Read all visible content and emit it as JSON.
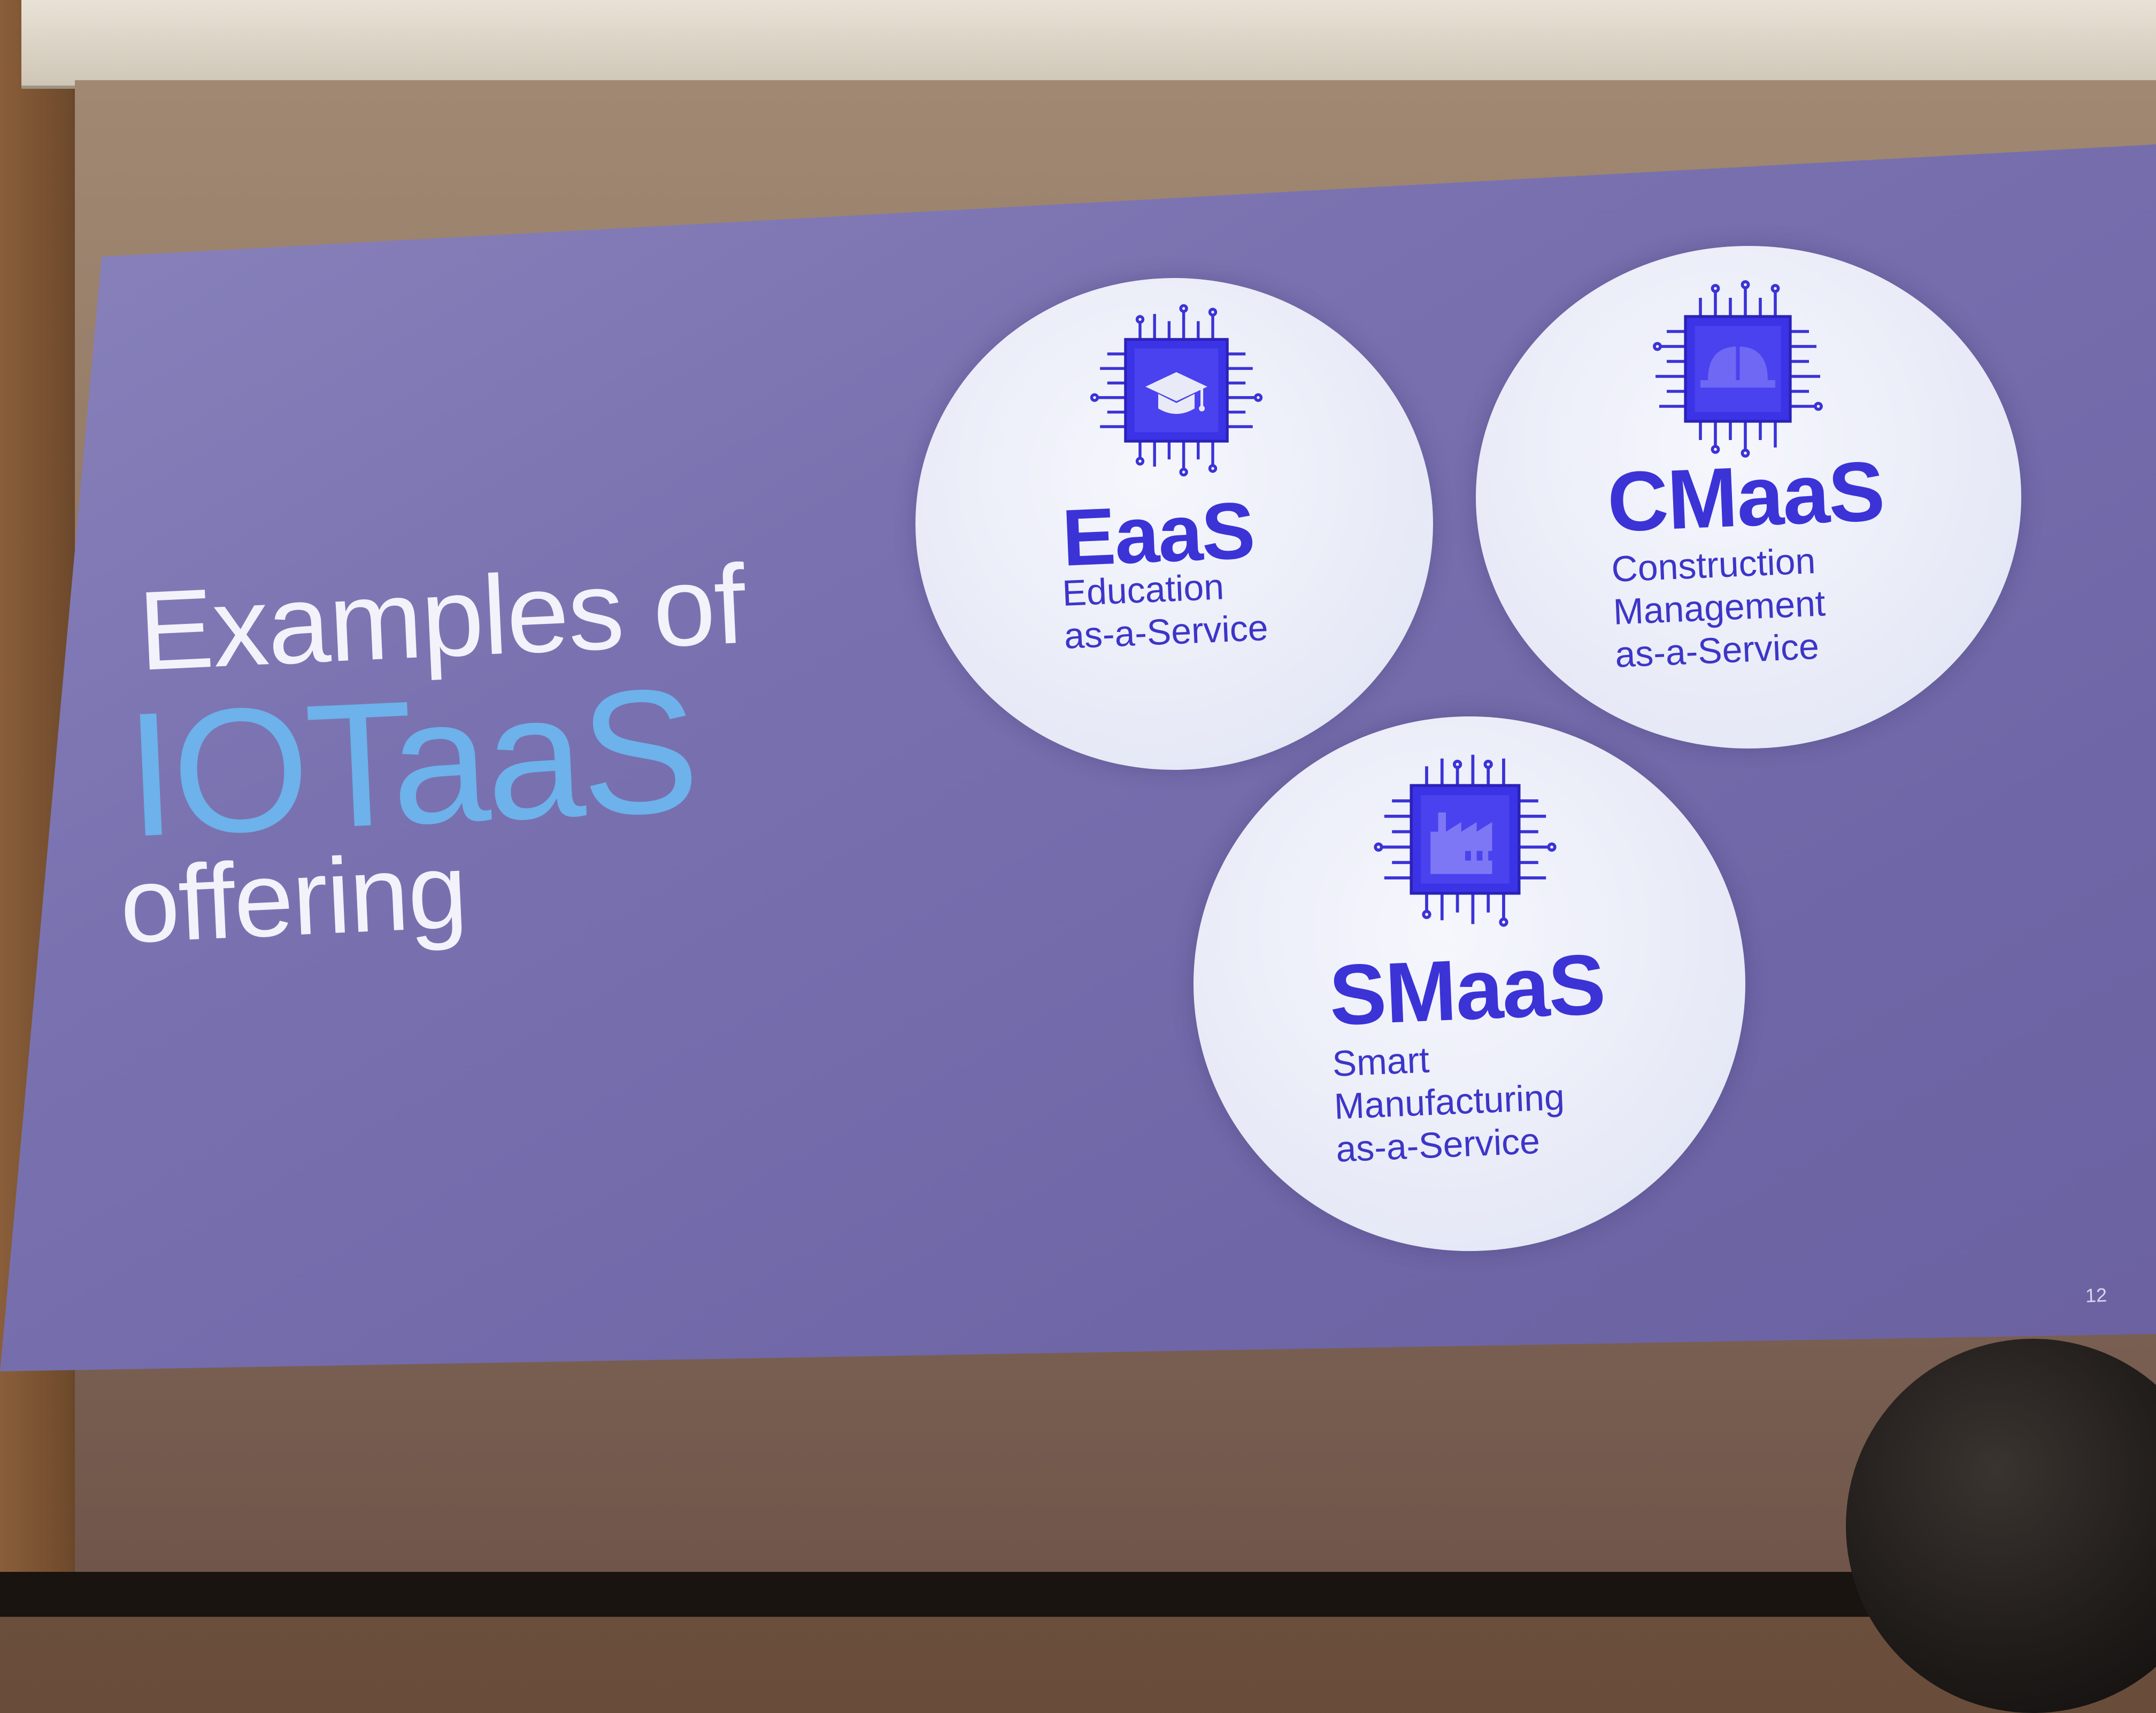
{
  "slide": {
    "title_line1": "Examples of",
    "title_line2": "IOTaaS",
    "title_line3": "offering",
    "page_number": "12",
    "colors": {
      "slide_bg": "#7a72b0",
      "title_text": "#f3f2fb",
      "title_accent": "#6db2ea",
      "circle_fill": "#eef0fa",
      "service_text": "#3b33d6"
    },
    "services": [
      {
        "abbr": "EaaS",
        "description": "Education\nas-a-Service",
        "icon": "graduation-cap-chip-icon"
      },
      {
        "abbr": "CMaaS",
        "description": "Construction\nManagement\nas-a-Service",
        "icon": "hard-hat-chip-icon"
      },
      {
        "abbr": "SMaaS",
        "description": "Smart\nManufacturing\nas-a-Service",
        "icon": "factory-chip-icon"
      }
    ]
  }
}
